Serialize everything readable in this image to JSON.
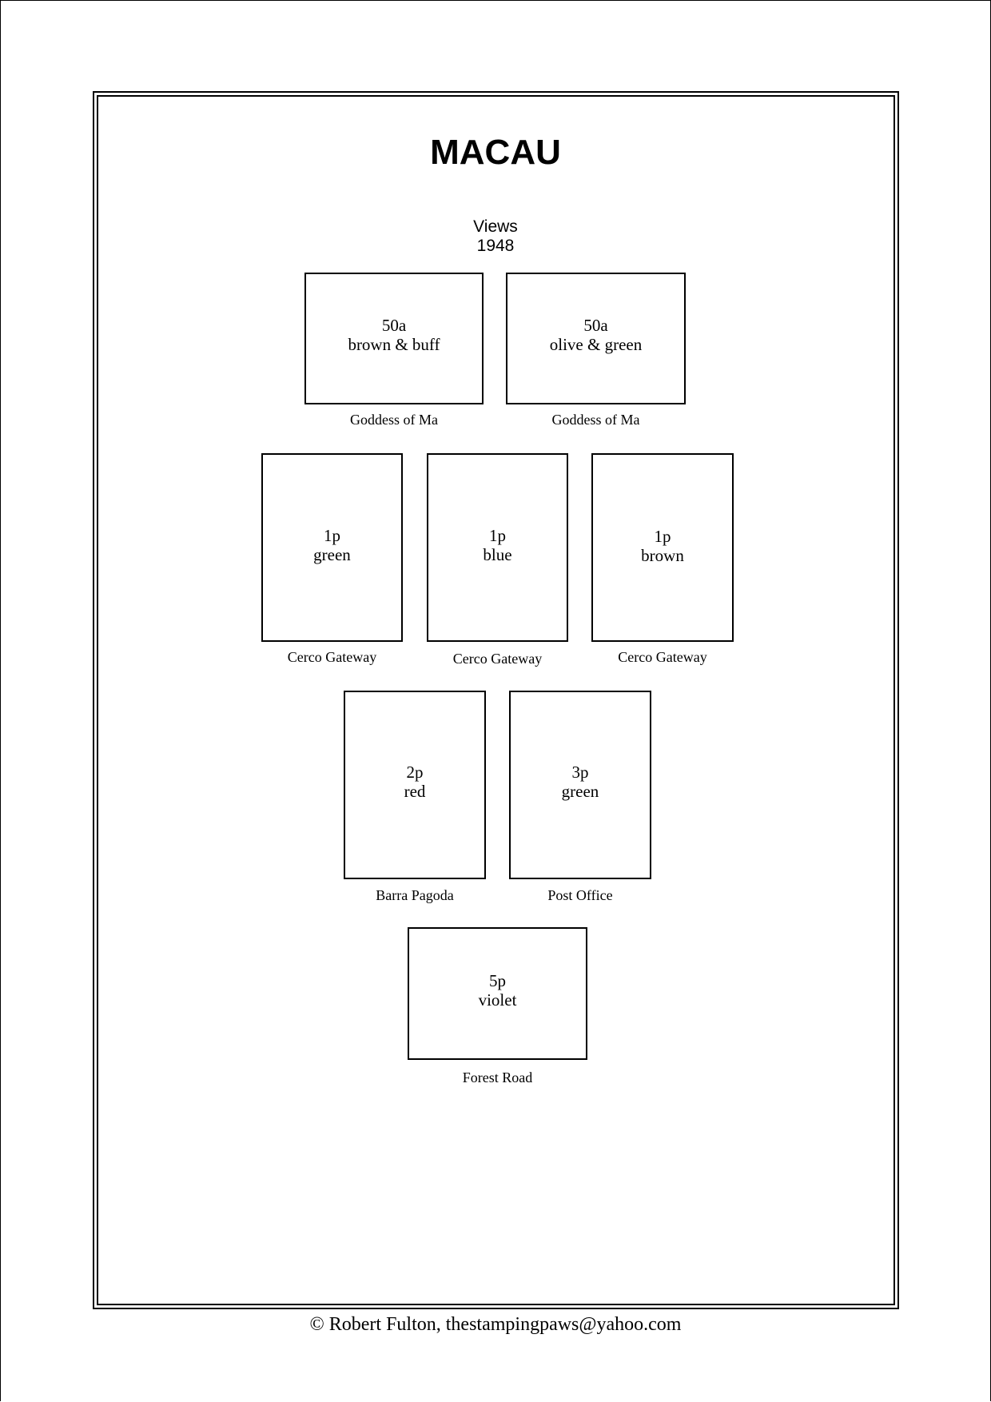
{
  "page": {
    "title": "MACAU",
    "set_title": "Views",
    "set_year": "1948",
    "footer": "© Robert Fulton, thestampingpaws@yahoo.com"
  },
  "stamps": [
    {
      "denomination": "50a",
      "color": "brown & buff",
      "caption": "Goddess of Ma"
    },
    {
      "denomination": "50a",
      "color": "olive & green",
      "caption": "Goddess of Ma"
    },
    {
      "denomination": "1p",
      "color": "green",
      "caption": "Cerco Gateway"
    },
    {
      "denomination": "1p",
      "color": "blue",
      "caption": "Cerco Gateway"
    },
    {
      "denomination": "1p",
      "color": "brown",
      "caption": "Cerco Gateway"
    },
    {
      "denomination": "2p",
      "color": "red",
      "caption": "Barra Pagoda"
    },
    {
      "denomination": "3p",
      "color": "green",
      "caption": "Post Office"
    },
    {
      "denomination": "5p",
      "color": "violet",
      "caption": "Forest Road"
    }
  ]
}
